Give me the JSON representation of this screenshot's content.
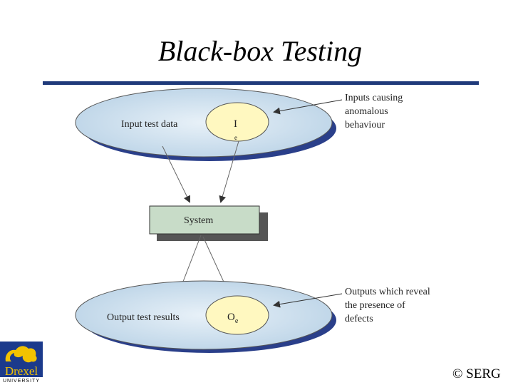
{
  "slide": {
    "title": "Black-box Testing",
    "copyright": "© SERG"
  },
  "diagram": {
    "input_set_label": "Input test data",
    "input_subset_label": "I",
    "input_subset_subscript": "e",
    "input_annotation": [
      "Inputs causing",
      "anomalous",
      "behaviour"
    ],
    "system_label": "System",
    "output_set_label": "Output test results",
    "output_subset_label": "O",
    "output_subset_subscript": "e",
    "output_annotation": [
      "Outputs which reveal",
      "the presence of",
      "defects"
    ]
  },
  "logo": {
    "name": "Drexel",
    "sub": "UNIVERSITY"
  },
  "colors": {
    "title_rule": "#1f3a7a",
    "ellipse_fill": "#cfe0ee",
    "ellipse_shadow": "#2a3f8a",
    "subset_fill": "#fff8c0",
    "system_fill": "#c8dcc8",
    "logo_bg": "#1b3a8c",
    "logo_text": "#f2c200"
  }
}
